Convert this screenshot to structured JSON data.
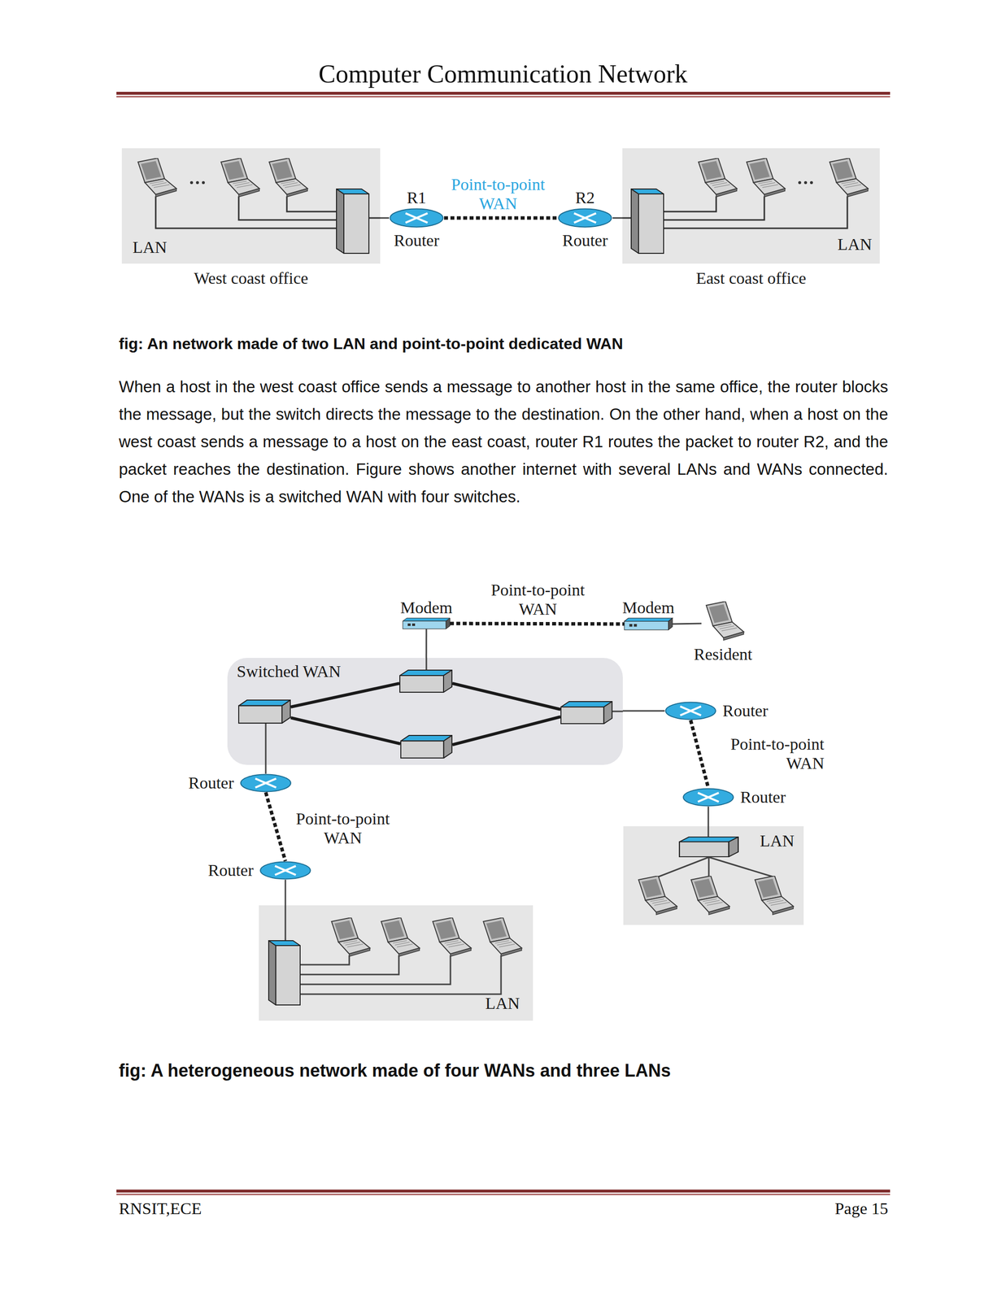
{
  "diagram": {
    "title": "Computer Communication Network",
    "caption": "fig: A heterogeneous network made of four WANs and three LANs",
    "nodes": [
      {
        "text": [
          "LAN",
          "West coast office"
        ]
      },
      {
        "text": [
          "R1",
          "Router"
        ]
      },
      {
        "text": [
          "R2",
          "Router"
        ]
      },
      {
        "text": [
          "LAN",
          "East coast office"
        ]
      },
      {
        "text": [
          "Modem"
        ]
      },
      {
        "text": [
          "Modem"
        ]
      },
      {
        "text": [
          "Resident"
        ]
      },
      {
        "text": [
          "Switched WAN"
        ]
      },
      {
        "text": [
          "Router"
        ]
      },
      {
        "text": [
          "Router"
        ]
      },
      {
        "text": [
          "Router"
        ]
      },
      {
        "text": [
          "LAN"
        ]
      },
      {
        "text": [
          "Router"
        ]
      },
      {
        "text": [
          "LAN"
        ]
      }
    ],
    "edges": [
      {
        "from": 0,
        "to": 1,
        "arrow": "none"
      },
      {
        "from": 1,
        "to": 2,
        "label": "Point-to-point WAN",
        "arrow": "none"
      },
      {
        "from": 2,
        "to": 3,
        "arrow": "none"
      },
      {
        "from": 4,
        "to": 5,
        "label": "Point-to-point WAN",
        "arrow": "none"
      },
      {
        "from": 5,
        "to": 6,
        "arrow": "none"
      },
      {
        "from": 4,
        "to": 7,
        "arrow": "none"
      },
      {
        "from": 7,
        "to": 8,
        "arrow": "none"
      },
      {
        "from": 8,
        "to": 10,
        "label": "Point-to-point WAN",
        "arrow": "none"
      },
      {
        "from": 10,
        "to": 11,
        "arrow": "none"
      },
      {
        "from": 7,
        "to": 9,
        "arrow": "none"
      },
      {
        "from": 9,
        "to": 12,
        "label": "Point-to-point WAN",
        "arrow": "none"
      },
      {
        "from": 12,
        "to": 13,
        "arrow": "none"
      }
    ],
    "labels": [
      "fig: An network made of two LAN and point-to-point dedicated WAN",
      "When a host in the west coast office sends a message to another host in the same office, the router blocks the message, but the switch directs the message to the destination. On the other hand, when a host on the west coast sends a message to a host on the east coast, router R1 routes the packet to router R2, and the packet reaches the destination. Figure shows another internet with several LANs and WANs connected. One of the WANs is a switched WAN with four switches.",
      "RNSIT,ECE",
      "Page 15"
    ]
  }
}
